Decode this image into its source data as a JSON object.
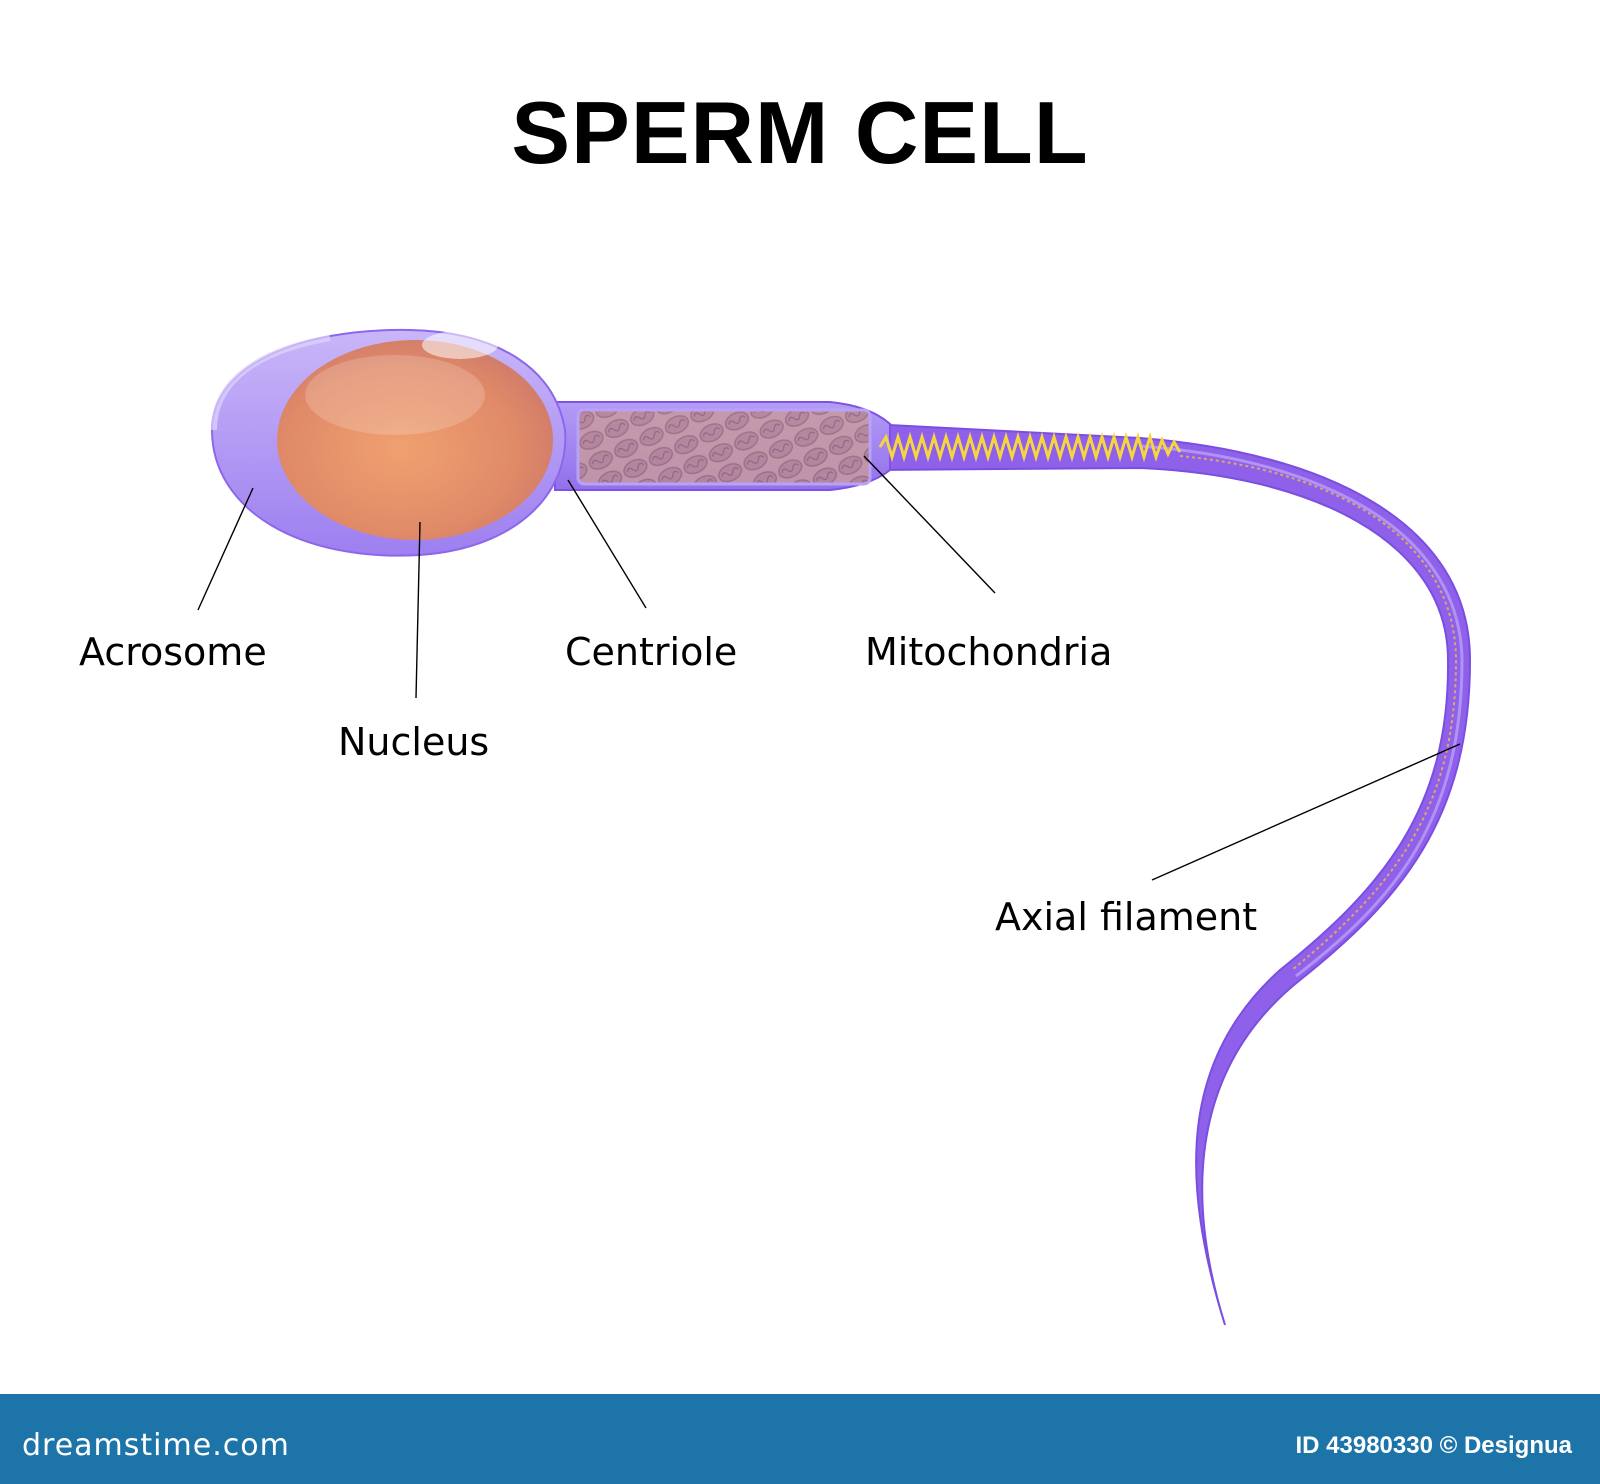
{
  "title": "SPERM CELL",
  "labels": {
    "acrosome": "Acrosome",
    "nucleus": "Nucleus",
    "centriole": "Centriole",
    "mitochondria": "Mitochondria",
    "axial_filament": "Axial filament"
  },
  "colors": {
    "membrane": "#a88cf2",
    "membrane_dark": "#8a5ee8",
    "nucleus": "#e8956a",
    "filament": "#f5d542",
    "footer": "#1c74a8"
  },
  "footer": {
    "logo": "dreamstime.com",
    "id_credit": "ID 43980330 © Designua"
  }
}
